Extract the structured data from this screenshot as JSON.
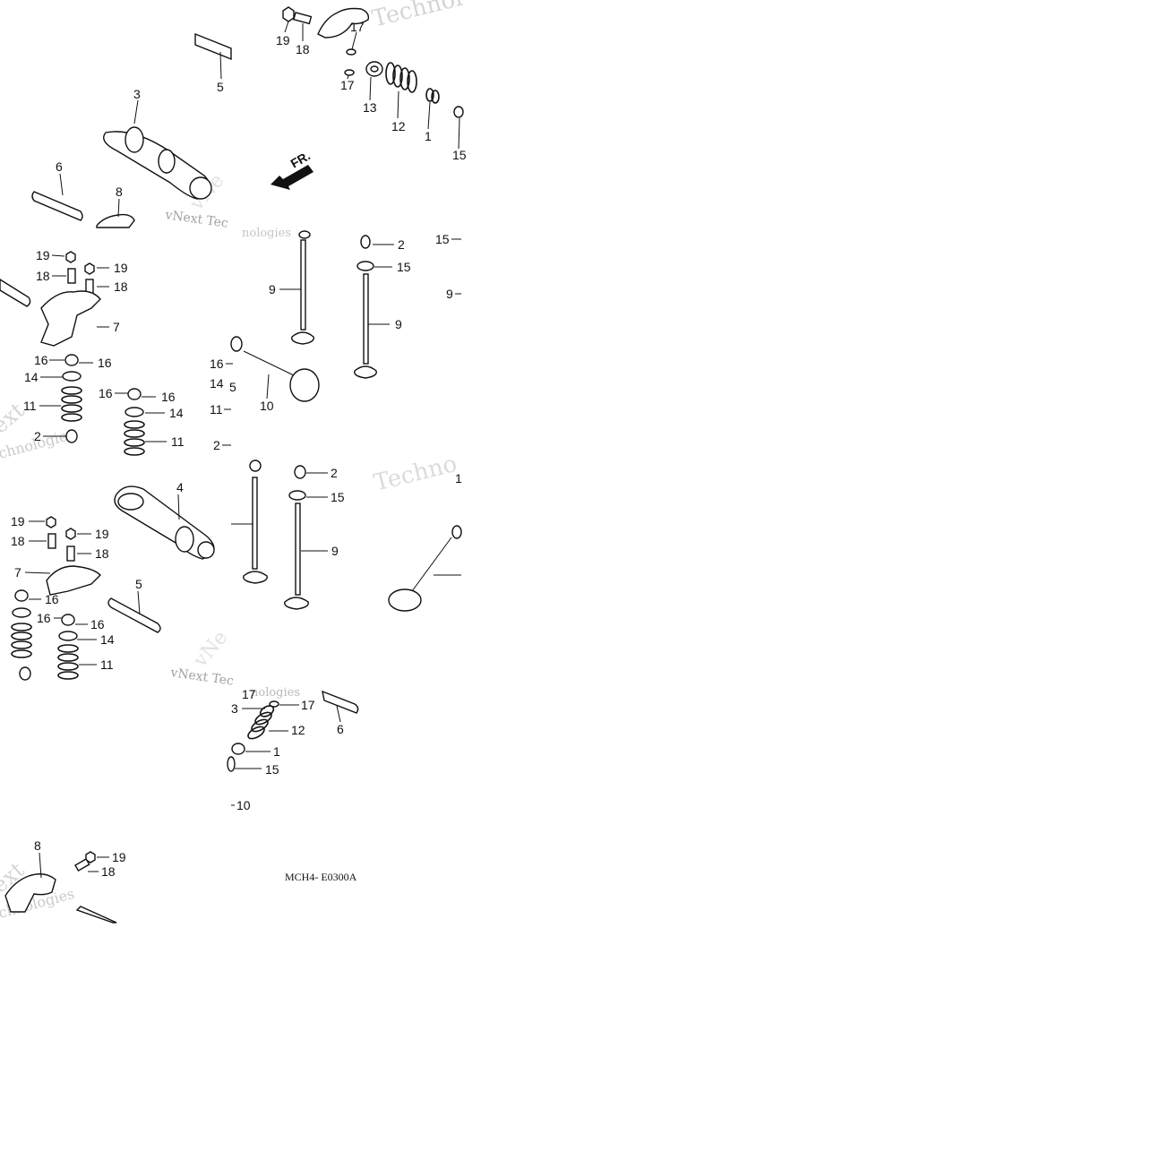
{
  "diagram": {
    "watermark_text": "vNext Technologies",
    "front_marker": "FR.",
    "catalog_code": "MCH4- E0300A",
    "labels": {
      "p1": "19",
      "p2": "18",
      "p3": "17",
      "p4": "17",
      "p5": "13",
      "p6": "12",
      "p7": "1",
      "p8": "15",
      "p9": "5",
      "p10": "3",
      "p11": "6",
      "p12": "8",
      "p13": "19",
      "p14": "18",
      "p15": "19",
      "p16": "18",
      "p17": "7",
      "p18": "16",
      "p19": "16",
      "p20": "14",
      "p21": "11",
      "p22": "16",
      "p23": "16",
      "p24": "14",
      "p25": "11",
      "p26": "2",
      "p27": "2",
      "p28": "15",
      "p29": "9",
      "p30": "9",
      "p31": "16",
      "p32": "14",
      "p33": "5",
      "p34": "10",
      "p35": "11",
      "p36": "15",
      "p37": "9",
      "p38": "2",
      "p39": "4",
      "p40": "2",
      "p41": "15",
      "p42": "9",
      "p43": "1",
      "p44": "19",
      "p45": "18",
      "p46": "19",
      "p47": "18",
      "p48": "7",
      "p49": "16",
      "p50": "16",
      "p51": "5",
      "p52": "16",
      "p53": "16",
      "p54": "14",
      "p55": "11",
      "p56": "17",
      "p57": "3",
      "p58": "17",
      "p59": "6",
      "p60": "12",
      "p61": "1",
      "p62": "15",
      "p63": "10",
      "p64": "8",
      "p65": "19",
      "p66": "18"
    }
  }
}
